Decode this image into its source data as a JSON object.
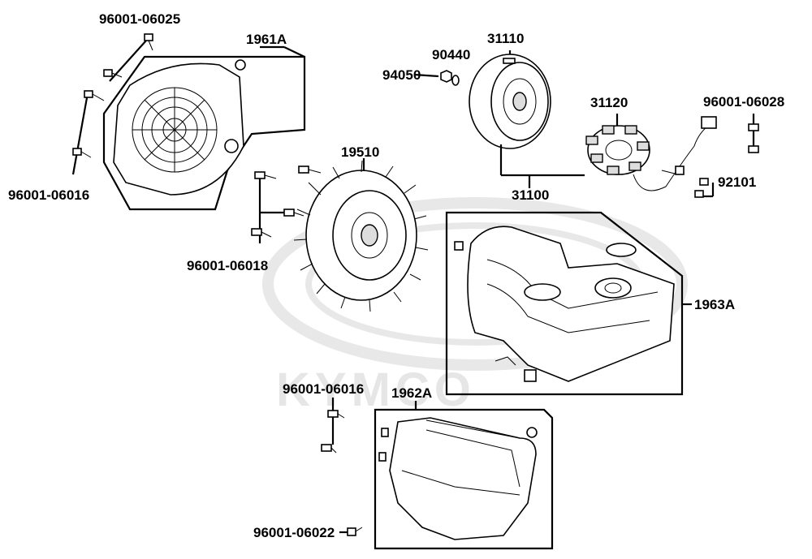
{
  "watermark": {
    "brand": "KYMCO"
  },
  "labels": {
    "p96001_06025": "96001-06025",
    "p1961A": "1961A",
    "p96001_06016_left": "96001-06016",
    "p90440": "90440",
    "p31110": "31110",
    "p94050": "94050",
    "p31120": "31120",
    "p96001_06028": "96001-06028",
    "p19510": "19510",
    "p92101": "92101",
    "p31100": "31100",
    "p96001_06018": "96001-06018",
    "p1963A": "1963A",
    "p96001_06016_mid": "96001-06016",
    "p1962A": "1962A",
    "p96001_06022": "96001-06022"
  }
}
